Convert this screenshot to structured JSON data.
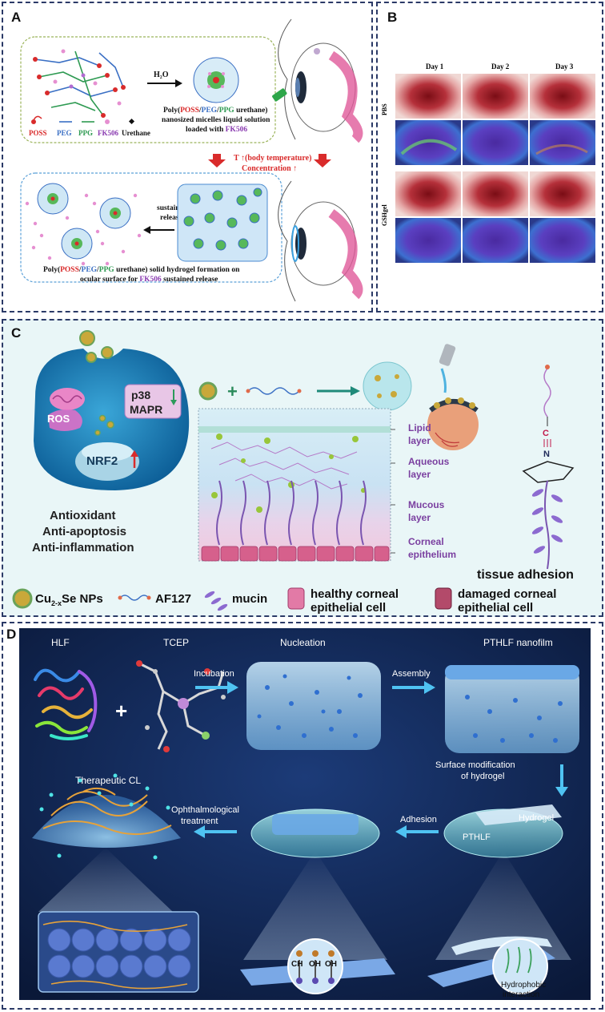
{
  "panelA": {
    "label": "A",
    "arrow_text": "H₂O",
    "legend": {
      "poss": "POSS",
      "peg": "PEG",
      "ppg": "PPG",
      "fk506": "FK506",
      "urethane": "Urethane"
    },
    "micelle_caption": {
      "line1_a": "Poly(",
      "poss": "POSS",
      "slash1": "/",
      "peg": "PEG",
      "slash2": "/",
      "ppg": "PPG",
      "line1_b": " urethane)",
      "line2": "nanosized micelles liquid solution",
      "line3_a": "loaded with ",
      "fk506": "FK506"
    },
    "trigger_line1": "T ↑(body temperature)",
    "trigger_line2": "Concentration ↑",
    "release_line1": "sustained",
    "release_line2": "release",
    "bottom_caption": {
      "a": "Poly(",
      "poss": "POSS",
      "s1": "/",
      "peg": "PEG",
      "s2": "/",
      "ppg": "PPG",
      "b": " urethane) solid hydrogel formation on",
      "line2_a": "ocular surface for ",
      "fk506": "FK506",
      "line2_b": " sustained release"
    }
  },
  "panelB": {
    "label": "B",
    "days": [
      "Day 1",
      "Day 2",
      "Day 3"
    ],
    "rows": [
      "PBS",
      "GSHgel"
    ]
  },
  "panelC": {
    "label": "C",
    "cell_labels": {
      "ros": "ROS",
      "p38": "p38",
      "mapr": "MAPR",
      "nrf2": "NRF2"
    },
    "effects": [
      "Antioxidant",
      "Anti-apoptosis",
      "Anti-inflammation"
    ],
    "layers": [
      "Lipid",
      "layer",
      "Aqueous",
      "layer",
      "Mucous",
      "layer",
      "Corneal",
      "epithelium"
    ],
    "tissue_adhesion": "tissue adhesion",
    "plus": "+",
    "chem_c": "C",
    "chem_n": "N",
    "legend": {
      "nps_a": "Cu",
      "nps_sub": "2-x",
      "nps_b": "Se NPs",
      "af127": "AF127",
      "mucin": "mucin",
      "healthy1": "healthy corneal",
      "healthy2": "epithelial cell",
      "damaged1": "damaged corneal",
      "damaged2": "epithelial cell"
    }
  },
  "panelD": {
    "label": "D",
    "hlf": "HLF",
    "tcep": "TCEP",
    "plus": "+",
    "incubation": "Incubation",
    "nucleation": "Nucleation",
    "assembly": "Assembly",
    "pthlf_nanofilm": "PTHLF nanofilm",
    "surface_mod1": "Surface modification",
    "surface_mod2": "of hydrogel",
    "hydrogel": "Hydrogel",
    "pthlf": "PTHLF",
    "adhesion": "Adhesion",
    "ophth1": "Ophthalmological",
    "ophth2": "treatment",
    "therapeutic_cl": "Therapeutic CL",
    "hydrophobic1": "Hydrophobic",
    "hydrophobic2": "interaction",
    "groups": [
      "CH",
      "OH",
      "OH"
    ]
  }
}
